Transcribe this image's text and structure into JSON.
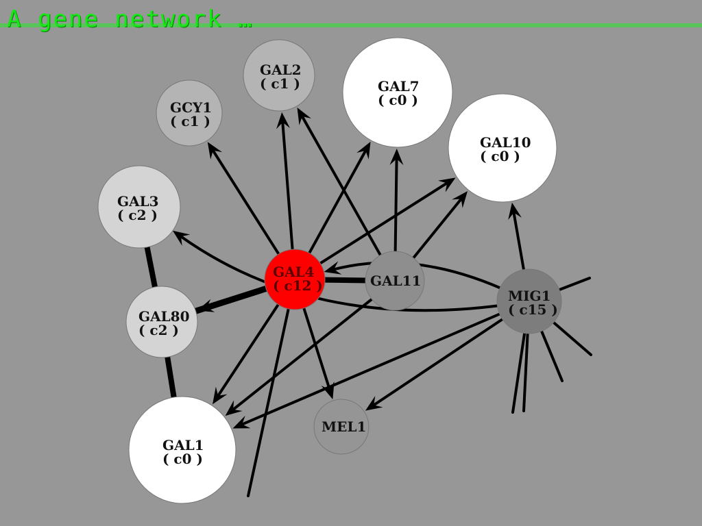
{
  "title": "A gene network …",
  "colors": {
    "background": "#979797",
    "title_text": "#16e816",
    "title_rule": "#59c459",
    "hub": "#ff0000",
    "c0": "#ffffff",
    "c1": "#b4b4b4",
    "c2": "#d4d4d4",
    "c11": "#8e8e8e",
    "c15": "#7d7d7d",
    "mel1": "#959595"
  },
  "nodes": [
    {
      "id": "GAL4",
      "line1": "GAL4",
      "line2": "( c12 )",
      "color_key": "hub"
    },
    {
      "id": "GAL11",
      "line1": "GAL11",
      "line2": "",
      "color_key": "c11"
    },
    {
      "id": "MIG1",
      "line1": "MIG1",
      "line2": "( c15 )",
      "color_key": "c15"
    },
    {
      "id": "GAL80",
      "line1": "GAL80",
      "line2": "( c2 )",
      "color_key": "c2"
    },
    {
      "id": "GAL3",
      "line1": "GAL3",
      "line2": "( c2 )",
      "color_key": "c2"
    },
    {
      "id": "GCY1",
      "line1": "GCY1",
      "line2": "( c1 )",
      "color_key": "c1"
    },
    {
      "id": "GAL2",
      "line1": "GAL2",
      "line2": "( c1 )",
      "color_key": "c1"
    },
    {
      "id": "GAL7",
      "line1": "GAL7",
      "line2": "( c0 )",
      "color_key": "c0"
    },
    {
      "id": "GAL10",
      "line1": "GAL10",
      "line2": "( c0 )",
      "color_key": "c0"
    },
    {
      "id": "GAL1",
      "line1": "GAL1",
      "line2": "( c0 )",
      "color_key": "c0"
    },
    {
      "id": "MEL1",
      "line1": "MEL1",
      "line2": "",
      "color_key": "mel1"
    }
  ],
  "edges": [
    {
      "from": "GAL4",
      "to": "GCY1",
      "kind": "directed"
    },
    {
      "from": "GAL4",
      "to": "GAL2",
      "kind": "directed"
    },
    {
      "from": "GAL4",
      "to": "GAL7",
      "kind": "directed"
    },
    {
      "from": "GAL4",
      "to": "GAL10",
      "kind": "directed"
    },
    {
      "from": "GAL4",
      "to": "GAL80",
      "kind": "directed"
    },
    {
      "from": "GAL4",
      "to": "GAL1",
      "kind": "directed"
    },
    {
      "from": "GAL4",
      "to": "MEL1",
      "kind": "directed"
    },
    {
      "from": "GAL11",
      "to": "GAL2",
      "kind": "directed"
    },
    {
      "from": "GAL11",
      "to": "GAL7",
      "kind": "directed"
    },
    {
      "from": "GAL11",
      "to": "GAL10",
      "kind": "directed"
    },
    {
      "from": "GAL11",
      "to": "GAL1",
      "kind": "directed"
    },
    {
      "from": "MIG1",
      "to": "GAL10",
      "kind": "directed"
    },
    {
      "from": "MIG1",
      "to": "GAL3",
      "kind": "directed"
    },
    {
      "from": "MIG1",
      "to": "GAL4",
      "kind": "directed"
    },
    {
      "from": "MIG1",
      "to": "MEL1",
      "kind": "directed"
    },
    {
      "from": "MIG1",
      "to": "GAL1",
      "kind": "directed"
    },
    {
      "from": "GAL4",
      "to": "GAL11",
      "kind": "interaction"
    },
    {
      "from": "GAL4",
      "to": "GAL80",
      "kind": "interaction"
    },
    {
      "from": "GAL80",
      "to": "GAL3",
      "kind": "interaction"
    },
    {
      "from": "GAL80",
      "to": "GAL1",
      "kind": "interaction"
    },
    {
      "from": "GAL4",
      "to": "",
      "kind": "off-screen"
    },
    {
      "from": "MIG1",
      "to": "",
      "kind": "off-screen"
    }
  ]
}
